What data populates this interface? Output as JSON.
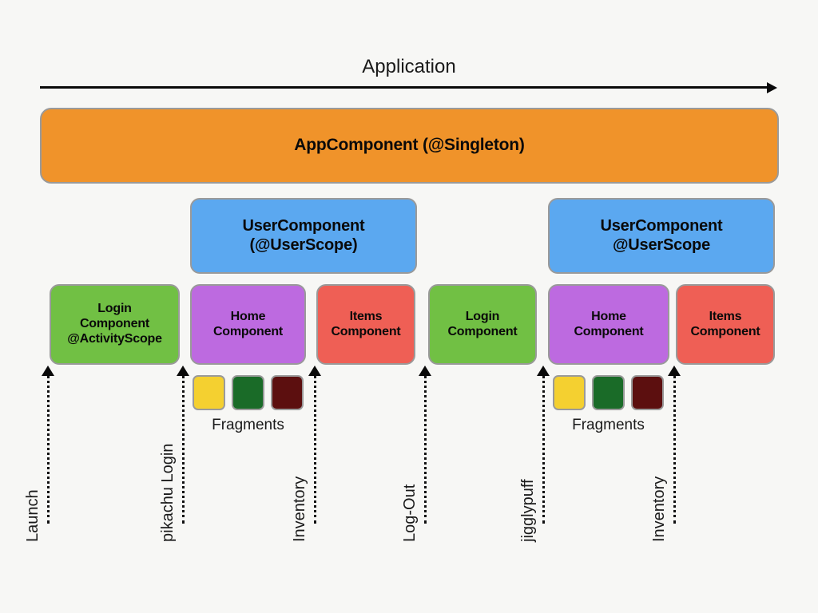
{
  "diagram": {
    "background_color": "#f7f7f5",
    "application_scope": {
      "title": "Application",
      "arrow_label": "application-scope-arrow"
    },
    "app_component": {
      "label": "AppComponent (@Singleton)",
      "color": "#f0932a"
    },
    "user_components": [
      {
        "label": "UserComponent\n(@UserScope)",
        "color": "#5ba8f0"
      },
      {
        "label": "UserComponent\n@UserScope",
        "color": "#5ba8f0"
      }
    ],
    "activity_components": [
      {
        "name": "login",
        "label": "Login\nComponent\n@ActivityScope",
        "color": "#71c044"
      },
      {
        "name": "home",
        "label": "Home\nComponent",
        "color": "#bd6ae0"
      },
      {
        "name": "items",
        "label": "Items\nComponent",
        "color": "#ef5f55"
      },
      {
        "name": "login",
        "label": "Login\nComponent",
        "color": "#71c044"
      },
      {
        "name": "home",
        "label": "Home\nComponent",
        "color": "#bd6ae0"
      },
      {
        "name": "items",
        "label": "Items\nComponent",
        "color": "#ef5f55"
      }
    ],
    "fragment_groups": [
      {
        "label": "Fragments",
        "fragments": [
          {
            "name": "fragment-yellow",
            "color": "#f4d030"
          },
          {
            "name": "fragment-green",
            "color": "#1a6b28"
          },
          {
            "name": "fragment-maroon",
            "color": "#5c0f0f"
          }
        ]
      },
      {
        "label": "Fragments",
        "fragments": [
          {
            "name": "fragment-yellow",
            "color": "#f4d030"
          },
          {
            "name": "fragment-green",
            "color": "#1a6b28"
          },
          {
            "name": "fragment-maroon",
            "color": "#5c0f0f"
          }
        ]
      }
    ],
    "events": [
      {
        "label": "Launch"
      },
      {
        "label": "pikachu Login"
      },
      {
        "label": "Inventory"
      },
      {
        "label": "Log-Out"
      },
      {
        "label": "jigglypuff"
      },
      {
        "label": "Inventory"
      }
    ]
  }
}
